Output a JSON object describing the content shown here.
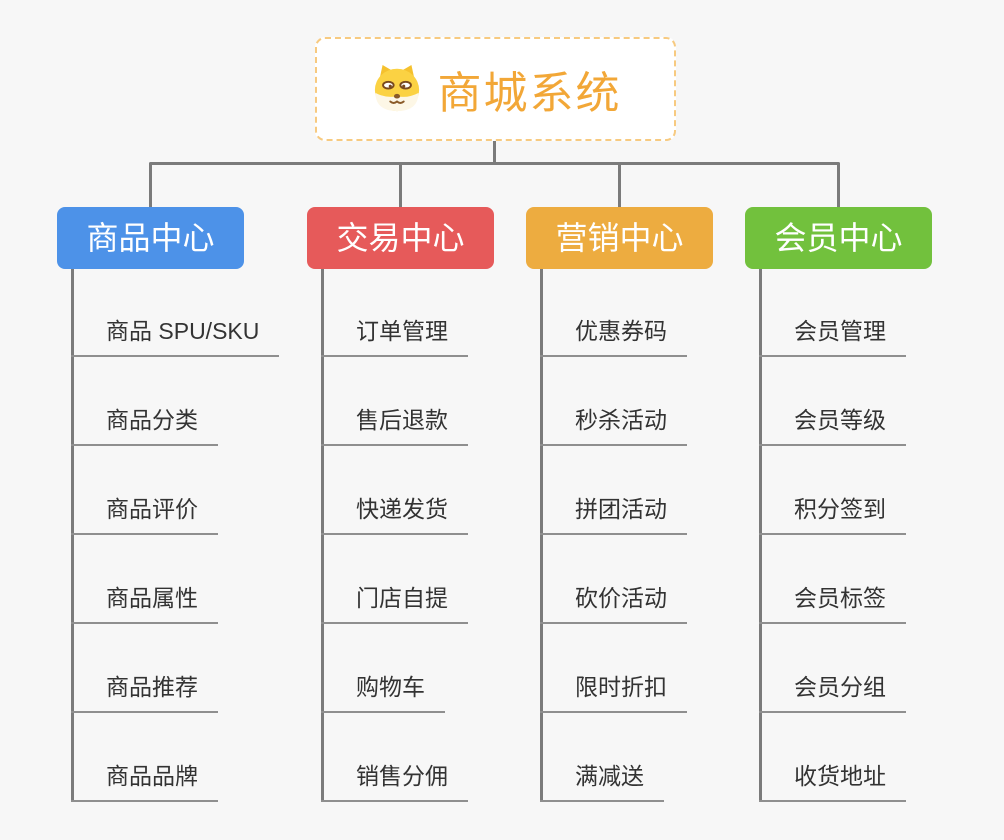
{
  "canvas": {
    "background": "#F7F7F7"
  },
  "lines": {
    "color": "#7B7B7B",
    "leaf_underline_color": "#8F8F8F"
  },
  "root": {
    "title": "商城系统",
    "title_color": "#F2A737",
    "border_color": "#F7CA80",
    "icon": "dog-face-icon"
  },
  "branches": [
    {
      "label": "商品中心",
      "color": "#4D92E8",
      "items": [
        "商品 SPU/SKU",
        "商品分类",
        "商品评价",
        "商品属性",
        "商品推荐",
        "商品品牌"
      ]
    },
    {
      "label": "交易中心",
      "color": "#E65A5A",
      "items": [
        "订单管理",
        "售后退款",
        "快递发货",
        "门店自提",
        "购物车",
        "销售分佣"
      ]
    },
    {
      "label": "营销中心",
      "color": "#EDAC40",
      "items": [
        "优惠券码",
        "秒杀活动",
        "拼团活动",
        "砍价活动",
        "限时折扣",
        "满减送"
      ]
    },
    {
      "label": "会员中心",
      "color": "#72C13D",
      "items": [
        "会员管理",
        "会员等级",
        "积分签到",
        "会员标签",
        "会员分组",
        "收货地址"
      ]
    }
  ],
  "leaf_text_color": "#333333"
}
